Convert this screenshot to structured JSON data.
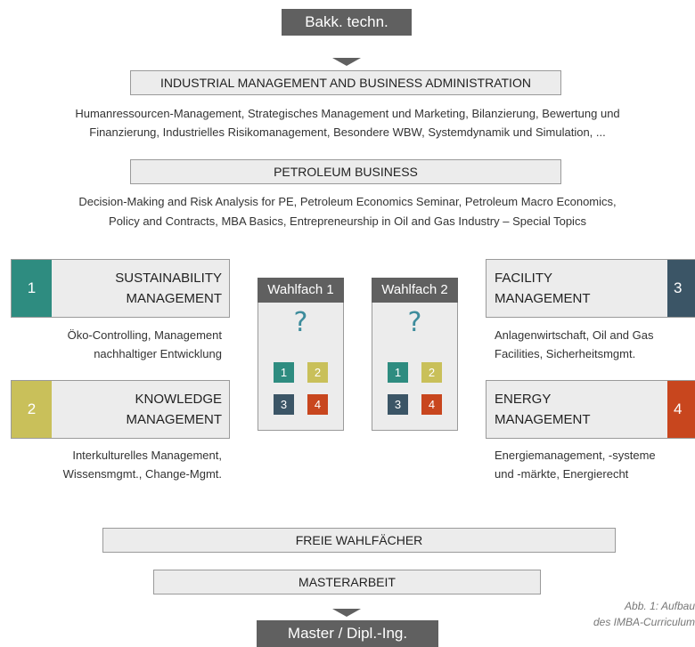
{
  "top_box": "Bakk. techn.",
  "imba": {
    "title": "INDUSTRIAL MANAGEMENT AND BUSINESS ADMINISTRATION",
    "desc_line1": "Humanressourcen-Management, Strategisches Management und Marketing, Bilanzierung, Bewertung und",
    "desc_line2": "Finanzierung, Industrielles Risikomanagement, Besondere WBW, Systemdynamik und Simulation, ..."
  },
  "petroleum": {
    "title": "PETROLEUM BUSINESS",
    "desc_line1": "Decision-Making and Risk Analysis for PE, Petroleum Economics Seminar, Petroleum Macro Economics,",
    "desc_line2": "Policy and Contracts, MBA Basics, Entrepreneurship in Oil and Gas Industry – Special Topics"
  },
  "modules": {
    "sustainability": {
      "number": "1",
      "title_line1": "SUSTAINABILITY",
      "title_line2": "MANAGEMENT",
      "desc_line1": "Öko-Controlling, Management",
      "desc_line2": "nachhaltiger Entwicklung"
    },
    "knowledge": {
      "number": "2",
      "title_line1": "KNOWLEDGE",
      "title_line2": "MANAGEMENT",
      "desc_line1": "Interkulturelles Management,",
      "desc_line2": "Wissensmgmt., Change-Mgmt."
    },
    "facility": {
      "number": "3",
      "title_line1": "FACILITY",
      "title_line2": "MANAGEMENT",
      "desc_line1": "Anlagenwirtschaft, Oil and Gas",
      "desc_line2": "Facilities, Sicherheitsmgmt."
    },
    "energy": {
      "number": "4",
      "title_line1": "ENERGY",
      "title_line2": "MANAGEMENT",
      "desc_line1": "Energiemanagement, -systeme",
      "desc_line2": "und -märkte, Energierecht"
    }
  },
  "wahlfach": [
    {
      "title": "Wahlfach 1",
      "question": "?",
      "options": [
        "1",
        "2",
        "3",
        "4"
      ]
    },
    {
      "title": "Wahlfach 2",
      "question": "?",
      "options": [
        "1",
        "2",
        "3",
        "4"
      ]
    }
  ],
  "freie": "FREIE WAHLFÄCHER",
  "master_thesis": "MASTERARBEIT",
  "bottom_box": "Master / Dipl.-Ing.",
  "caption_line1": "Abb. 1: Aufbau",
  "caption_line2": "des IMBA-Curriculum",
  "colors": {
    "teal": "#2e8c80",
    "olive": "#c9c05a",
    "slate": "#3b5566",
    "orange": "#c8461e",
    "dark": "#606060"
  }
}
